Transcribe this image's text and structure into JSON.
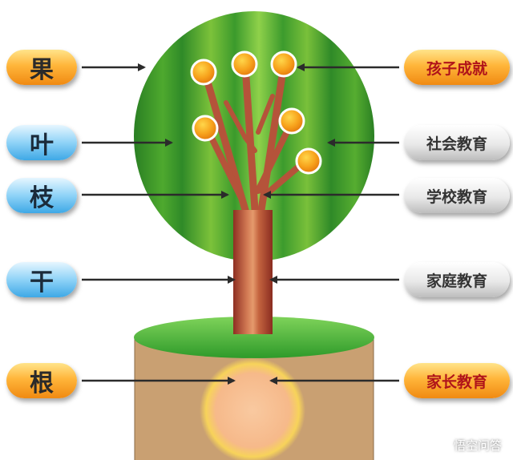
{
  "left_labels": {
    "fruit": "果",
    "leaf": "叶",
    "branch": "枝",
    "trunk": "干",
    "root": "根"
  },
  "right_labels": {
    "fruit": "孩子成就",
    "leaf": "社会教育",
    "branch": "学校教育",
    "trunk": "家庭教育",
    "root": "家长教育"
  },
  "watermark": "悟空问答",
  "colors": {
    "orange_pill": "#f5a623",
    "blue_pill": "#4aa9e8",
    "silver_pill": "#d9d9d9",
    "canopy_dark": "#2f8a2a",
    "canopy_light": "#8fcf3d",
    "trunk": "#b5523a",
    "soil": "#c79b6e",
    "root_glow": "#f7c48f"
  }
}
